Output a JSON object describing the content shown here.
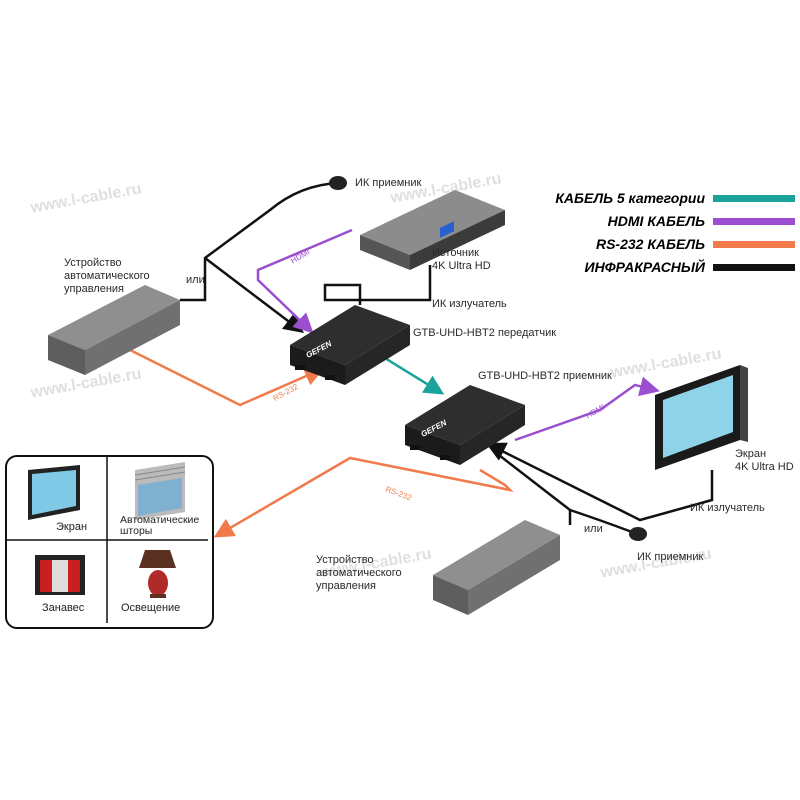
{
  "watermark": "www.l-cable.ru",
  "legend": [
    {
      "label": "КАБЕЛЬ 5 категории",
      "color": "#1aa39a"
    },
    {
      "label": "HDMI  КАБЕЛЬ",
      "color": "#9b4fd0"
    },
    {
      "label": "RS-232  КАБЕЛЬ",
      "color": "#f07a4a"
    },
    {
      "label": "ИНФРАКРАСНЫЙ",
      "color": "#111111"
    }
  ],
  "labels": {
    "ir_receiver_top": "ИК приемник",
    "source": [
      "Источник",
      "4K Ultra HD"
    ],
    "automation_left": [
      "Устройство",
      "автоматического",
      "управления"
    ],
    "or_top": "или",
    "ir_emitter_top": "ИК излучатель",
    "transmitter": "GTB-UHD-HBT2 передатчик",
    "receiver": "GTB-UHD-HBT2 приемник",
    "display": [
      "Экран",
      "4K Ultra HD"
    ],
    "ir_emitter_bottom": "ИК излучатель",
    "or_bottom": "или",
    "ir_receiver_bottom": "ИК приемник",
    "automation_bottom": [
      "Устройство",
      "автоматического",
      "управления"
    ],
    "hdmi_cable_1": "HDMI",
    "hdmi_cable_2": "HDMI",
    "rs232_cable_1": "RS-232",
    "rs232_cable_2": "RS-232",
    "brand": "GEFEN"
  },
  "panel": {
    "cells": [
      "Экран",
      "Автоматические шторы",
      "Занавес",
      "Освещение"
    ]
  }
}
